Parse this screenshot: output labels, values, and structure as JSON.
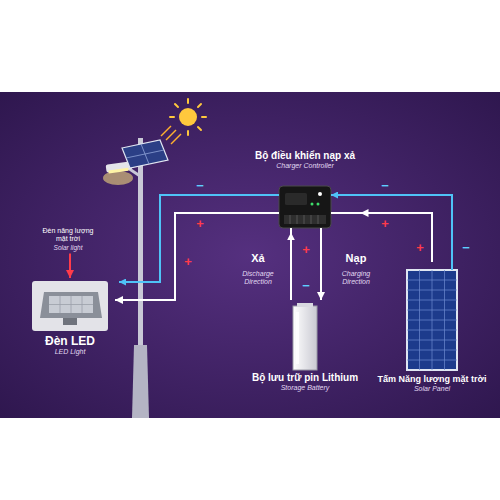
{
  "diagram": {
    "nodes": [
      {
        "text": [
          "Bộ điều khiển nạp xả",
          "Charger Controller"
        ]
      },
      {
        "text": [
          "Bộ lưu trữ pin Lithium",
          "Storage Battery"
        ]
      },
      {
        "text": [
          "Tấm Năng lượng mặt trời",
          "Solar Panel"
        ]
      },
      {
        "text": [
          "Đèn LED",
          "LED Light"
        ]
      },
      {
        "text": [
          "Đèn năng lượng mặt trời",
          "Solar light"
        ]
      }
    ],
    "edges": [
      {
        "from": 2,
        "to": 0,
        "arrow": "to"
      },
      {
        "from": 0,
        "to": 3,
        "arrow": "to"
      },
      {
        "from": 1,
        "to": 0,
        "arrow": "to"
      },
      {
        "from": 0,
        "to": 1,
        "arrow": "to"
      },
      {
        "from": 4,
        "to": 3,
        "arrow": "to"
      }
    ],
    "labels": [
      "Xả",
      "Discharge Direction",
      "Nạp",
      "Charging Direction",
      "−",
      "+",
      "+",
      "+",
      "−",
      "−",
      "+",
      "+",
      "−"
    ]
  }
}
